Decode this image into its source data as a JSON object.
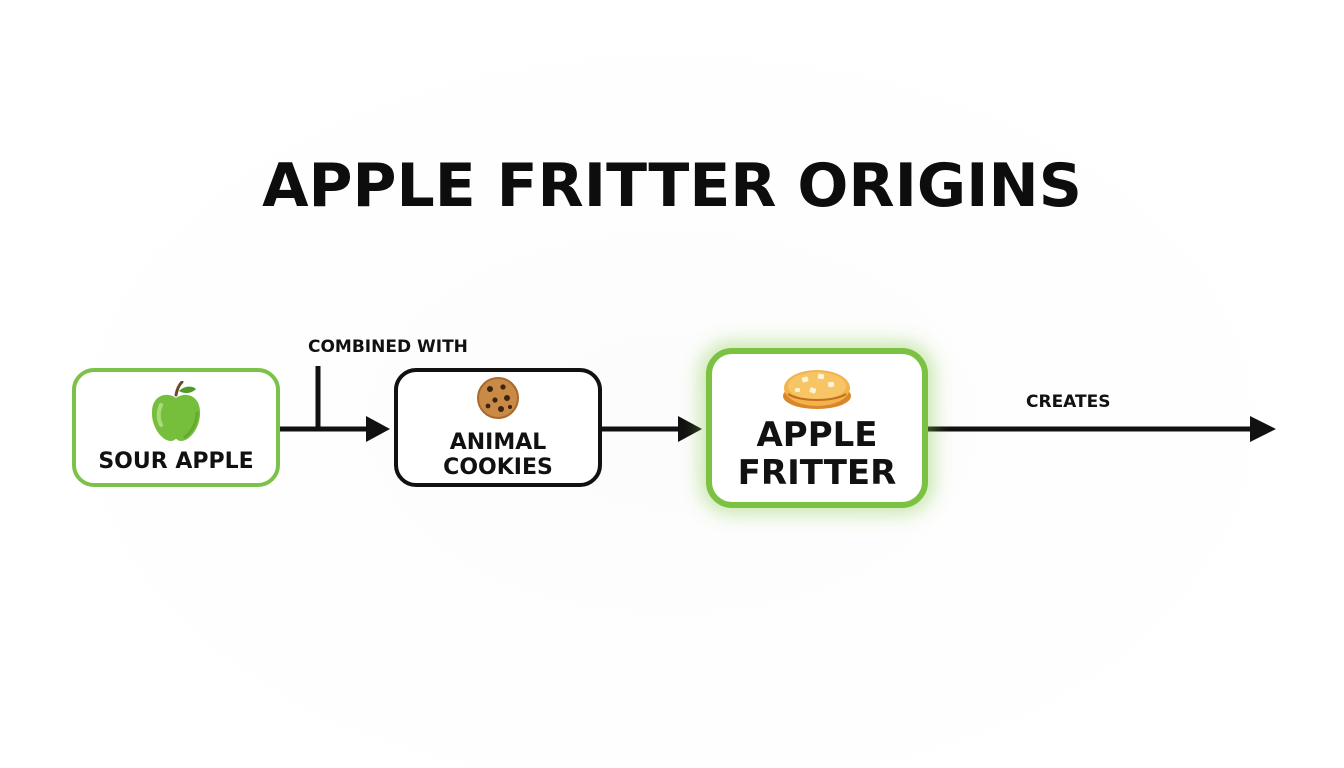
{
  "title": "APPLE FRITTER ORIGINS",
  "nodes": {
    "sour_apple": {
      "label": "SOUR APPLE",
      "icon": "green-apple-icon"
    },
    "animal_cookies": {
      "label_line1": "ANIMAL",
      "label_line2": "COOKIES",
      "icon": "cookie-icon"
    },
    "apple_fritter": {
      "label_line1": "APPLE",
      "label_line2": "FRITTER",
      "icon": "fritter-pastry-icon"
    }
  },
  "connectors": {
    "combined_with": "COMBINED WITH",
    "creates": "CREATES"
  },
  "colors": {
    "accent_green": "#7cc24a",
    "outline_black": "#111111",
    "text": "#0d0d0d"
  }
}
